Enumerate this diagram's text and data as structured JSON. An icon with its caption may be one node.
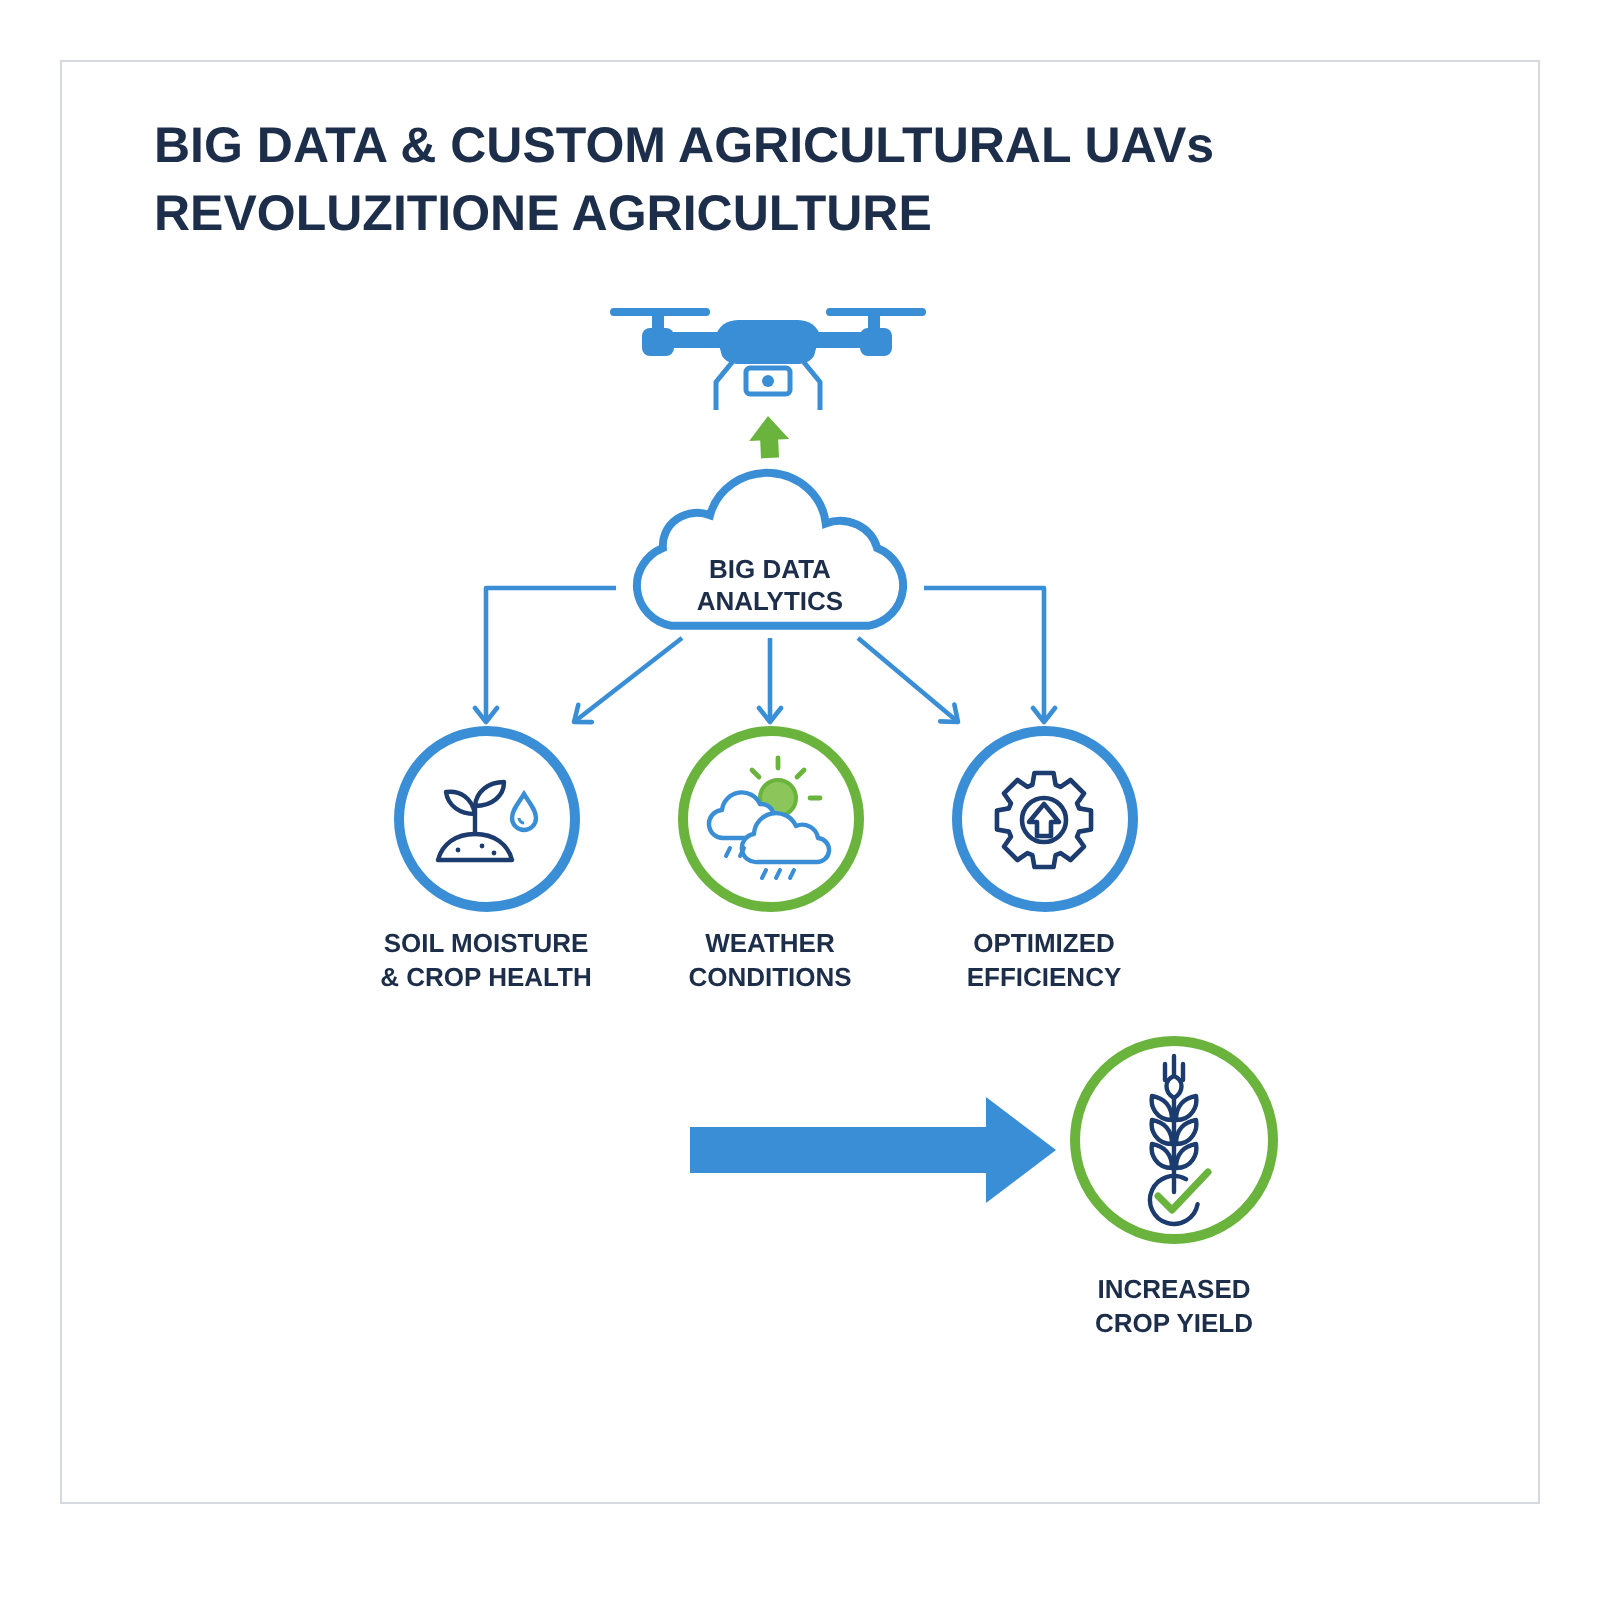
{
  "diagram": {
    "title": "BIG DATA & CUSTOM AGRICULTURAL UAVs REVOLUZITIONE AGRICULTURE",
    "nodes": [
      {
        "text": [],
        "shape": "picture"
      },
      {
        "text": [
          "BIG DATA ANALYTICS"
        ]
      },
      {
        "text": [
          "SOIL MOISTURE & CROP HEALTH"
        ]
      },
      {
        "text": [
          "WEATHER CONDITIONS"
        ]
      },
      {
        "text": [
          "OPTIMIZED EFFICIENCY"
        ]
      },
      {
        "text": [
          "INCREASED CROP YIELD"
        ]
      }
    ],
    "edges": [
      {
        "from": 1,
        "to": 0,
        "arrow": "to",
        "style": "thick",
        "color": "#6ab43e"
      },
      {
        "from": 1,
        "to": 2,
        "arrow": "to"
      },
      {
        "from": 1,
        "to": 2,
        "arrow": "to"
      },
      {
        "from": 1,
        "to": 3,
        "arrow": "to"
      },
      {
        "from": 1,
        "to": 4,
        "arrow": "to"
      },
      {
        "from": 1,
        "to": 4,
        "arrow": "to"
      },
      {
        "from": null,
        "to": 5,
        "arrow": "to",
        "style": "thick"
      }
    ]
  }
}
